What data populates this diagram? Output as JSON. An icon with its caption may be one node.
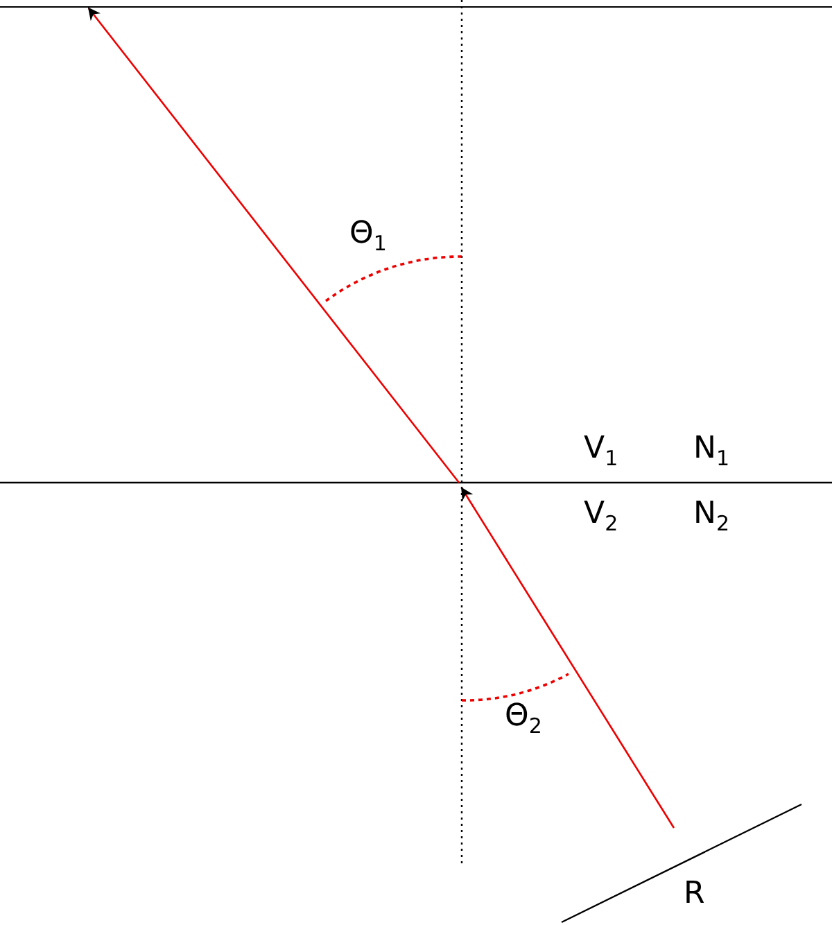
{
  "diagram": {
    "labels": [
      "Θ$_{1}$",
      "V$_{1}$",
      "N$_{1}$",
      "V$_{2}$",
      "N$_{2}$",
      "Θ$_{2}$",
      "R"
    ]
  }
}
